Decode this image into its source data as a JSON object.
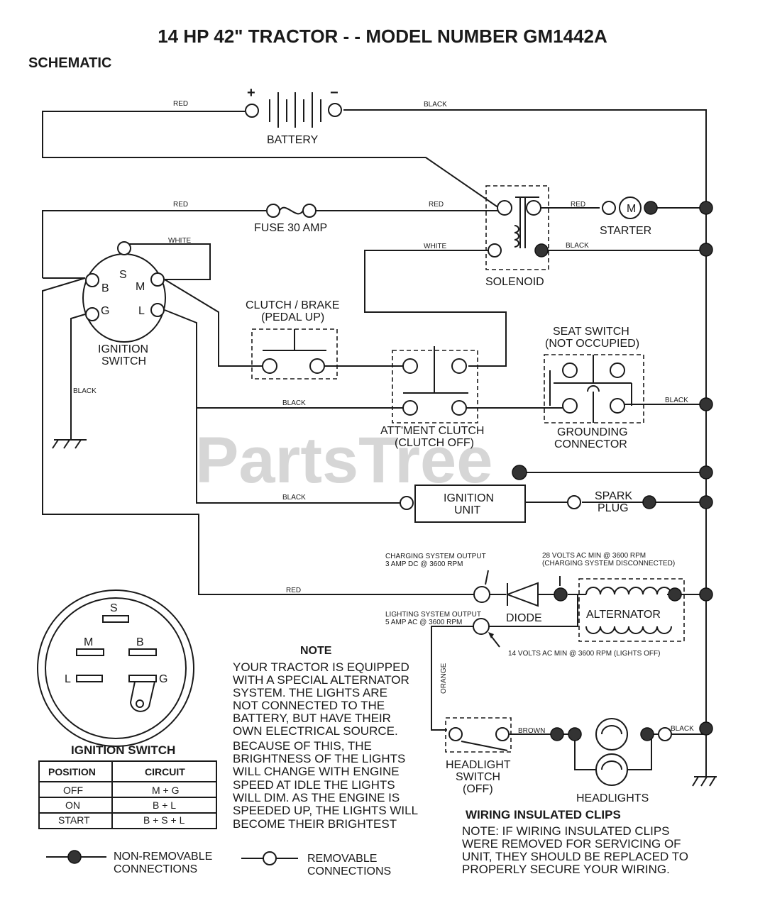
{
  "title": "14 HP 42\" TRACTOR - - MODEL NUMBER GM1442A",
  "section": "SCHEMATIC",
  "watermark": "PartsTree",
  "components": {
    "battery": "BATTERY",
    "battery_plus": "+",
    "battery_minus": "−",
    "fuse": "FUSE 30 AMP",
    "solenoid": "SOLENOID",
    "starter": "STARTER",
    "starter_m": "M",
    "ignition_switch_l1": "IGNITION",
    "ignition_switch_l2": "SWITCH",
    "clutch_brake_l1": "CLUTCH / BRAKE",
    "clutch_brake_l2": "(PEDAL UP)",
    "seat_switch_l1": "SEAT SWITCH",
    "seat_switch_l2": "(NOT OCCUPIED)",
    "att_clutch_l1": "ATT'MENT CLUTCH",
    "att_clutch_l2": "(CLUTCH OFF)",
    "grounding_l1": "GROUNDING",
    "grounding_l2": "CONNECTOR",
    "ignition_unit_l1": "IGNITION",
    "ignition_unit_l2": "UNIT",
    "spark_plug_l1": "SPARK",
    "spark_plug_l2": "PLUG",
    "diode": "DIODE",
    "alternator": "ALTERNATOR",
    "headlight_switch_l1": "HEADLIGHT",
    "headlight_switch_l2": "SWITCH",
    "headlight_switch_l3": "(OFF)",
    "headlights": "HEADLIGHTS"
  },
  "terminals": {
    "S": "S",
    "B": "B",
    "M": "M",
    "G": "G",
    "L": "L"
  },
  "wires": {
    "red": "RED",
    "black": "BLACK",
    "white": "WHITE",
    "brown": "BROWN",
    "orange": "ORANGE"
  },
  "specs": {
    "charging_l1": "CHARGING SYSTEM OUTPUT",
    "charging_l2": "3 AMP DC @ 3600 RPM",
    "volts28_l1": "28 VOLTS AC MIN @ 3600 RPM",
    "volts28_l2": "(CHARGING SYSTEM DISCONNECTED)",
    "lighting_l1": "LIGHTING SYSTEM OUTPUT",
    "lighting_l2": "5 AMP AC @ 3600 RPM",
    "volts14": "14 VOLTS AC MIN @ 3600 RPM (LIGHTS OFF)"
  },
  "note": {
    "heading": "NOTE",
    "lines": [
      "YOUR TRACTOR IS EQUIPPED",
      "WITH A SPECIAL ALTERNATOR",
      "SYSTEM.  THE LIGHTS ARE",
      "NOT CONNECTED TO  THE",
      "BATTERY, BUT HAVE THEIR",
      "OWN ELECTRICAL SOURCE.",
      "BECAUSE OF THIS, THE",
      "BRIGHTNESS OF THE LIGHTS",
      "WILL CHANGE WITH ENGINE",
      "SPEED   AT IDLE THE LIGHTS",
      "WILL DIM. AS THE ENGINE IS",
      "SPEEDED UP, THE LIGHTS WILL",
      "BECOME THEIR BRIGHTEST"
    ]
  },
  "clips": {
    "heading": "WIRING INSULATED CLIPS",
    "lines": [
      "NOTE: IF WIRING INSULATED CLIPS",
      "WERE REMOVED FOR SERVICING OF",
      "UNIT, THEY SHOULD BE REPLACED TO",
      "PROPERLY SECURE YOUR WIRING."
    ]
  },
  "ignition_table": {
    "caption": "IGNITION SWITCH",
    "headers": [
      "POSITION",
      "CIRCUIT"
    ],
    "rows": [
      [
        "OFF",
        "M + G"
      ],
      [
        "ON",
        "B + L"
      ],
      [
        "START",
        "B + S + L"
      ]
    ]
  },
  "legend": {
    "non_removable_l1": "NON-REMOVABLE",
    "non_removable_l2": "CONNECTIONS",
    "removable_l1": "REMOVABLE",
    "removable_l2": "CONNECTIONS"
  }
}
